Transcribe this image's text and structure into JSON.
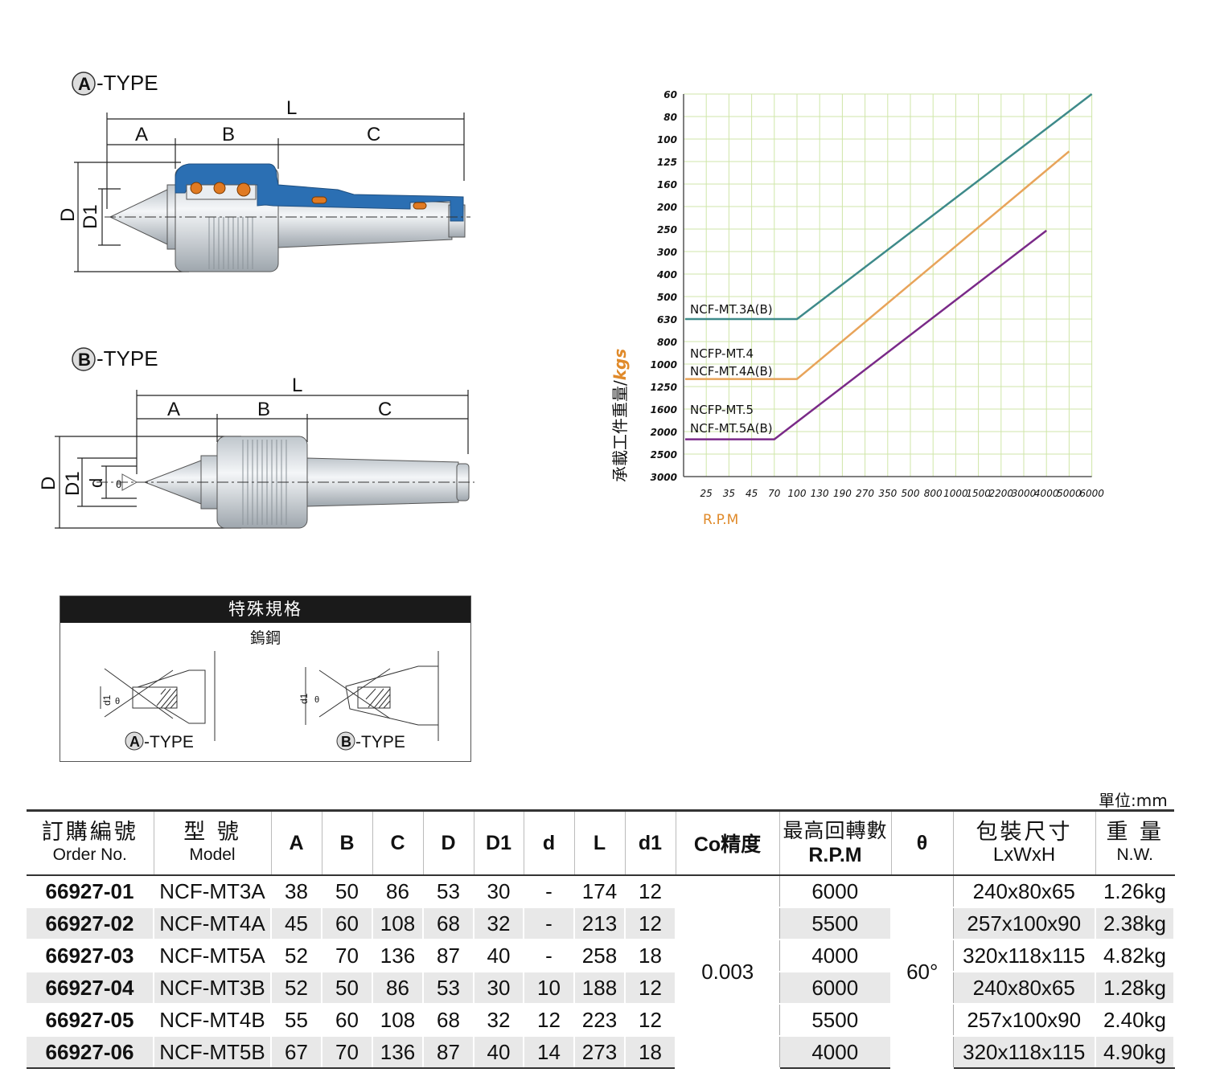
{
  "drawing_a": {
    "type_letter": "A",
    "type_suffix": "-TYPE",
    "dims": {
      "L": "L",
      "A": "A",
      "B": "B",
      "C": "C",
      "D": "D",
      "D1": "D1"
    }
  },
  "drawing_b": {
    "type_letter": "B",
    "type_suffix": "-TYPE",
    "dims": {
      "L": "L",
      "A": "A",
      "B": "B",
      "C": "C",
      "D": "D",
      "D1": "D1",
      "d": "d"
    }
  },
  "special_spec": {
    "title": "特殊規格",
    "material": "鎢鋼",
    "a_letter": "A",
    "b_letter": "B",
    "type_suffix": "-TYPE",
    "d1_label": "d1",
    "theta_label": "θ"
  },
  "chart_data": {
    "type": "line",
    "ylabel_zh": "承載工件重量/",
    "ylabel_unit": "kgs",
    "xlabel": "R.P.M",
    "x_ticks": [
      "25",
      "35",
      "45",
      "70",
      "100",
      "130",
      "190",
      "270",
      "350",
      "500",
      "800",
      "1000",
      "1500",
      "2200",
      "3000",
      "4000",
      "5000",
      "6000"
    ],
    "y_ticks": [
      "60",
      "80",
      "100",
      "125",
      "160",
      "200",
      "250",
      "300",
      "400",
      "500",
      "630",
      "800",
      "1000",
      "1250",
      "1600",
      "2000",
      "2500",
      "3000"
    ],
    "y_reversed": true,
    "grid": true,
    "series": [
      {
        "name": "NCF-MT.3A(B)",
        "color": "#3e8a8a",
        "points": [
          [
            "start",
            "630"
          ],
          [
            "100",
            "630"
          ],
          [
            "6000",
            "60"
          ]
        ]
      },
      {
        "name": "NCFP-MT.4 / NCF-MT.4A(B)",
        "color": "#e8a45a",
        "points": [
          [
            "start",
            "1160"
          ],
          [
            "100",
            "1160"
          ],
          [
            "5000",
            "113"
          ]
        ]
      },
      {
        "name": "NCFP-MT.5 / NCF-MT.5A(B)",
        "color": "#7a2a88",
        "points": [
          [
            "start",
            "2160"
          ],
          [
            "70",
            "2160"
          ],
          [
            "4000",
            "253"
          ]
        ]
      }
    ],
    "annotations": [
      "NCF-MT.3A(B)",
      "NCFP-MT.4",
      "NCF-MT.4A(B)",
      "NCFP-MT.5",
      "NCF-MT.5A(B)"
    ]
  },
  "table": {
    "unit": "單位:mm",
    "headers": [
      {
        "zh": "訂購編號",
        "en": "Order No."
      },
      {
        "zh": "型 號",
        "en": "Model"
      },
      {
        "b": "A"
      },
      {
        "b": "B"
      },
      {
        "b": "C"
      },
      {
        "b": "D"
      },
      {
        "b": "D1"
      },
      {
        "b": "d"
      },
      {
        "b": "L"
      },
      {
        "b": "d1"
      },
      {
        "b": "Co精度"
      },
      {
        "zh": "最高回轉數",
        "b2": "R.P.M"
      },
      {
        "b": "θ"
      },
      {
        "zh": "包裝尺寸",
        "en": "LxWxH"
      },
      {
        "zh": "重 量",
        "en": "N.W."
      }
    ],
    "rows": [
      {
        "order": "66927-01",
        "model": "NCF-MT3A",
        "A": "38",
        "B": "50",
        "C": "86",
        "D": "53",
        "D1": "30",
        "d": "-",
        "L": "174",
        "d1": "12",
        "rpm": "6000",
        "pack": "240x80x65",
        "nw": "1.26kg"
      },
      {
        "order": "66927-02",
        "model": "NCF-MT4A",
        "A": "45",
        "B": "60",
        "C": "108",
        "D": "68",
        "D1": "32",
        "d": "-",
        "L": "213",
        "d1": "12",
        "rpm": "5500",
        "pack": "257x100x90",
        "nw": "2.38kg"
      },
      {
        "order": "66927-03",
        "model": "NCF-MT5A",
        "A": "52",
        "B": "70",
        "C": "136",
        "D": "87",
        "D1": "40",
        "d": "-",
        "L": "258",
        "d1": "18",
        "rpm": "4000",
        "pack": "320x118x115",
        "nw": "4.82kg"
      },
      {
        "order": "66927-04",
        "model": "NCF-MT3B",
        "A": "52",
        "B": "50",
        "C": "86",
        "D": "53",
        "D1": "30",
        "d": "10",
        "L": "188",
        "d1": "12",
        "rpm": "6000",
        "pack": "240x80x65",
        "nw": "1.28kg"
      },
      {
        "order": "66927-05",
        "model": "NCF-MT4B",
        "A": "55",
        "B": "60",
        "C": "108",
        "D": "68",
        "D1": "32",
        "d": "12",
        "L": "223",
        "d1": "12",
        "rpm": "5500",
        "pack": "257x100x90",
        "nw": "2.40kg"
      },
      {
        "order": "66927-06",
        "model": "NCF-MT5B",
        "A": "67",
        "B": "70",
        "C": "136",
        "D": "87",
        "D1": "40",
        "d": "14",
        "L": "273",
        "d1": "18",
        "rpm": "4000",
        "pack": "320x118x115",
        "nw": "4.90kg"
      }
    ],
    "co_value": "0.003",
    "theta_value": "60°"
  }
}
